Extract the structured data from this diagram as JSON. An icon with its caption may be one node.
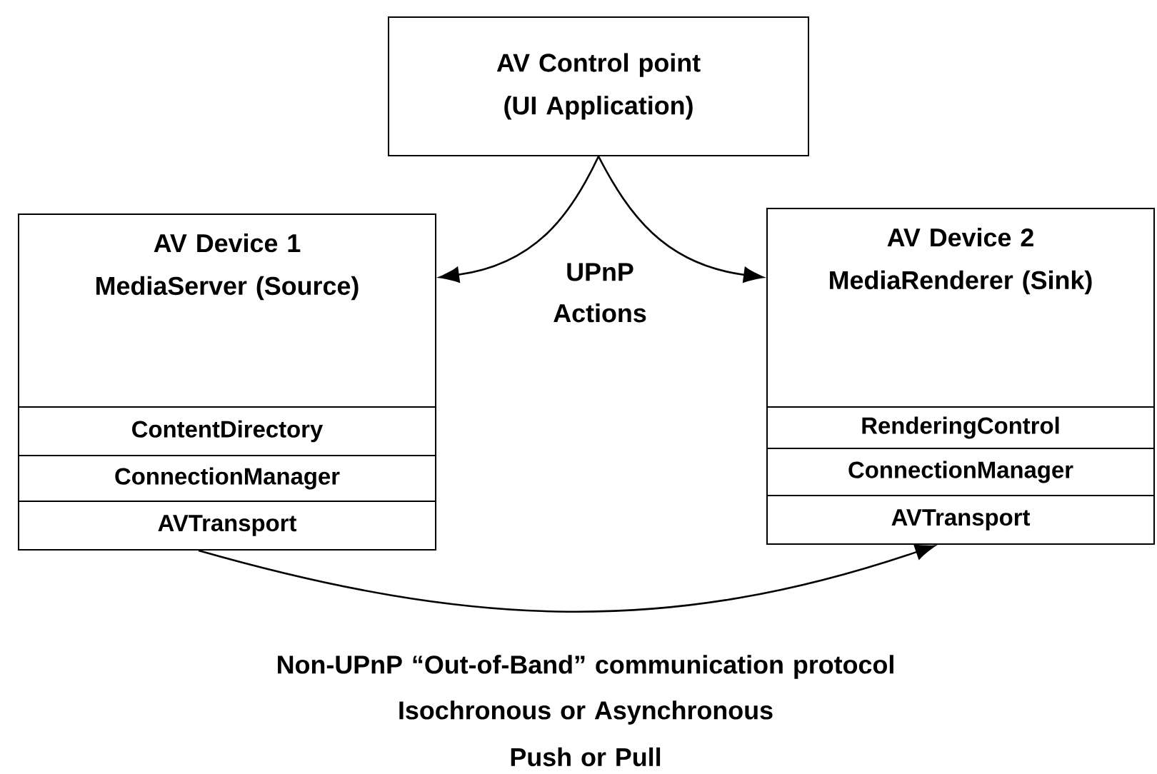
{
  "diagram": {
    "nodes": [
      {
        "text": [
          "AV Control point (UI Application)"
        ]
      },
      {
        "text": [
          "AV Device 1 MediaServer (Source)"
        ]
      },
      {
        "text": [
          "ContentDirectory"
        ],
        "in": 1
      },
      {
        "text": [
          "ConnectionManager"
        ],
        "in": 1
      },
      {
        "text": [
          "AVTransport"
        ],
        "in": 1
      },
      {
        "text": [
          "AV Device 2 MediaRenderer (Sink)"
        ]
      },
      {
        "text": [
          "RenderingControl"
        ],
        "in": 5
      },
      {
        "text": [
          "ConnectionManager"
        ],
        "in": 5
      },
      {
        "text": [
          "AVTransport"
        ],
        "in": 5
      }
    ],
    "edges": [
      {
        "from": 0,
        "to": 1,
        "arrow": "to"
      },
      {
        "from": 0,
        "to": 5,
        "arrow": "to"
      },
      {
        "from": 4,
        "to": 8,
        "arrow": "to"
      }
    ],
    "labels": [
      "UPnP Actions",
      "Non-UPnP “Out-of-Band” communication protocol",
      "Isochronous or Asynchronous",
      "Push or Pull"
    ]
  }
}
